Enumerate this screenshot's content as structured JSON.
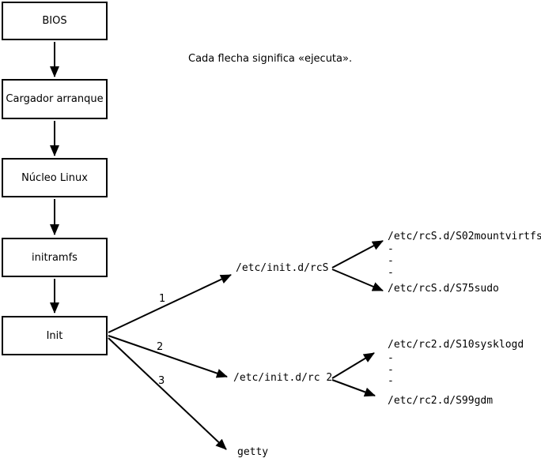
{
  "note": "Cada flecha significa «ejecuta».",
  "chain": [
    {
      "label": "BIOS"
    },
    {
      "label": "Cargador arranque"
    },
    {
      "label": "Núcleo Linux"
    },
    {
      "label": "initramfs"
    },
    {
      "label": "Init"
    }
  ],
  "branches": [
    {
      "number": "1",
      "target": "/etc/init.d/rcS",
      "scripts": {
        "first": "/etc/rcS.d/S02mountvirtfs",
        "dots": [
          "-",
          "-",
          "-"
        ],
        "last": "/etc/rcS.d/S75sudo"
      }
    },
    {
      "number": "2",
      "target": "/etc/init.d/rc 2",
      "scripts": {
        "first": "/etc/rc2.d/S10sysklogd",
        "dots": [
          "-",
          "-",
          "-"
        ],
        "last": "/etc/rc2.d/S99gdm"
      }
    },
    {
      "number": "3",
      "target": "getty"
    }
  ],
  "colors": {
    "line": "#000000",
    "box_border": "#000000",
    "box_fill": "#ffffff",
    "text": "#000000",
    "background": "#ffffff"
  }
}
